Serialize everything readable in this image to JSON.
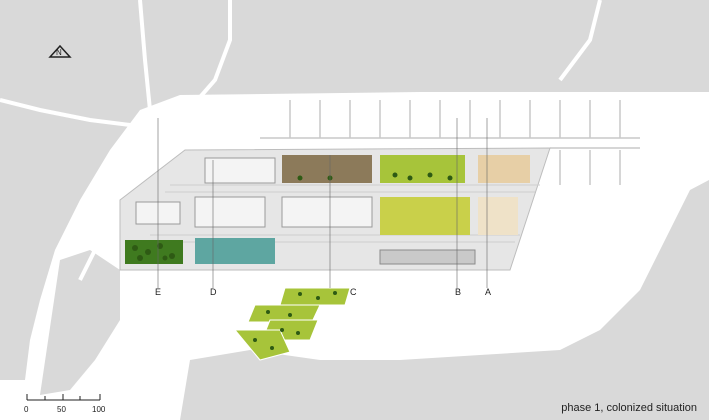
{
  "caption": "phase 1, colonized situation",
  "section_markers": [
    "E",
    "D",
    "C",
    "B",
    "A"
  ],
  "scale_bar": {
    "ticks": [
      "0",
      "50",
      "100"
    ]
  },
  "north_arrow_icon": "north-arrow-icon",
  "colors": {
    "land": "#d9d9d9",
    "building": "#c9c9c9",
    "water": "#ffffff",
    "light_green": "#a7c43a",
    "dark_green": "#3f7a1f",
    "yellow_green": "#c9d04a",
    "brown": "#8c7a5a",
    "tan": "#e7cfa6",
    "teal": "#5ea6a1"
  }
}
